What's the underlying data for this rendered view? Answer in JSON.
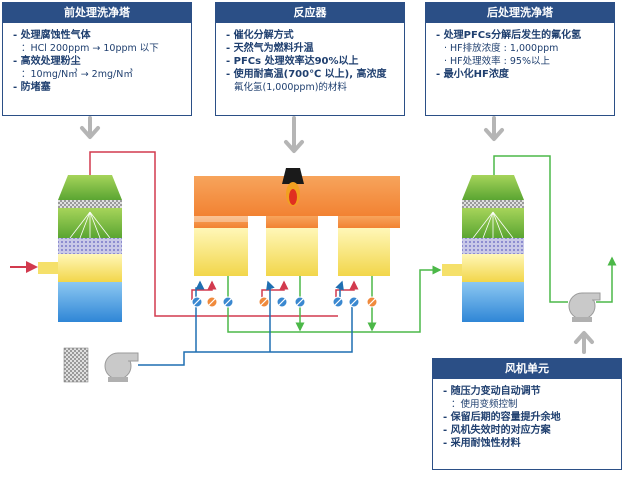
{
  "panels": {
    "pre": {
      "title": "前处理洗净塔",
      "items": [
        "- 处理腐蚀性气体",
        "：HCl 200ppm → 10ppm 以下",
        "- 高效处理粉尘",
        "：10mg/N㎥ → 2mg/N㎥",
        "- 防堵塞"
      ]
    },
    "reactor": {
      "title": "反应器",
      "items": [
        "- 催化分解方式",
        "- 天然气为燃料升温",
        "- PFCs 处理效率达90%以上",
        "- 使用耐高温(700℃ 以上), 高浓度",
        "氟化氢(1,000ppm)的材料"
      ]
    },
    "post": {
      "title": "后处理洗净塔",
      "items": [
        "- 处理PFCs分解后发生的氟化氢",
        "· HF排放浓度 : 1,000ppm",
        "· HF处理效率 : 95%以上",
        "- 最小化HF浓度"
      ]
    },
    "fan": {
      "title": "风机单元",
      "items": [
        "- 随压力变动自动调节",
        "：使用变频控制",
        "- 保留后期的容量提升余地",
        "- 风机失效时的对应方案",
        "- 采用耐蚀性材料"
      ]
    }
  },
  "colors": {
    "navy": "#2b4f86",
    "red_line": "#d23a4e",
    "blue_line": "#1f6fb2",
    "green_line": "#4cb848",
    "orange": "#f7964a",
    "yellow": "#f5e06a",
    "green_tower": "#7cbc3a",
    "blue_tower": "#5aa9e6"
  },
  "icons": [
    "down-arrow-icon",
    "flame-icon",
    "valve-icon",
    "fan-icon",
    "filter-icon"
  ]
}
